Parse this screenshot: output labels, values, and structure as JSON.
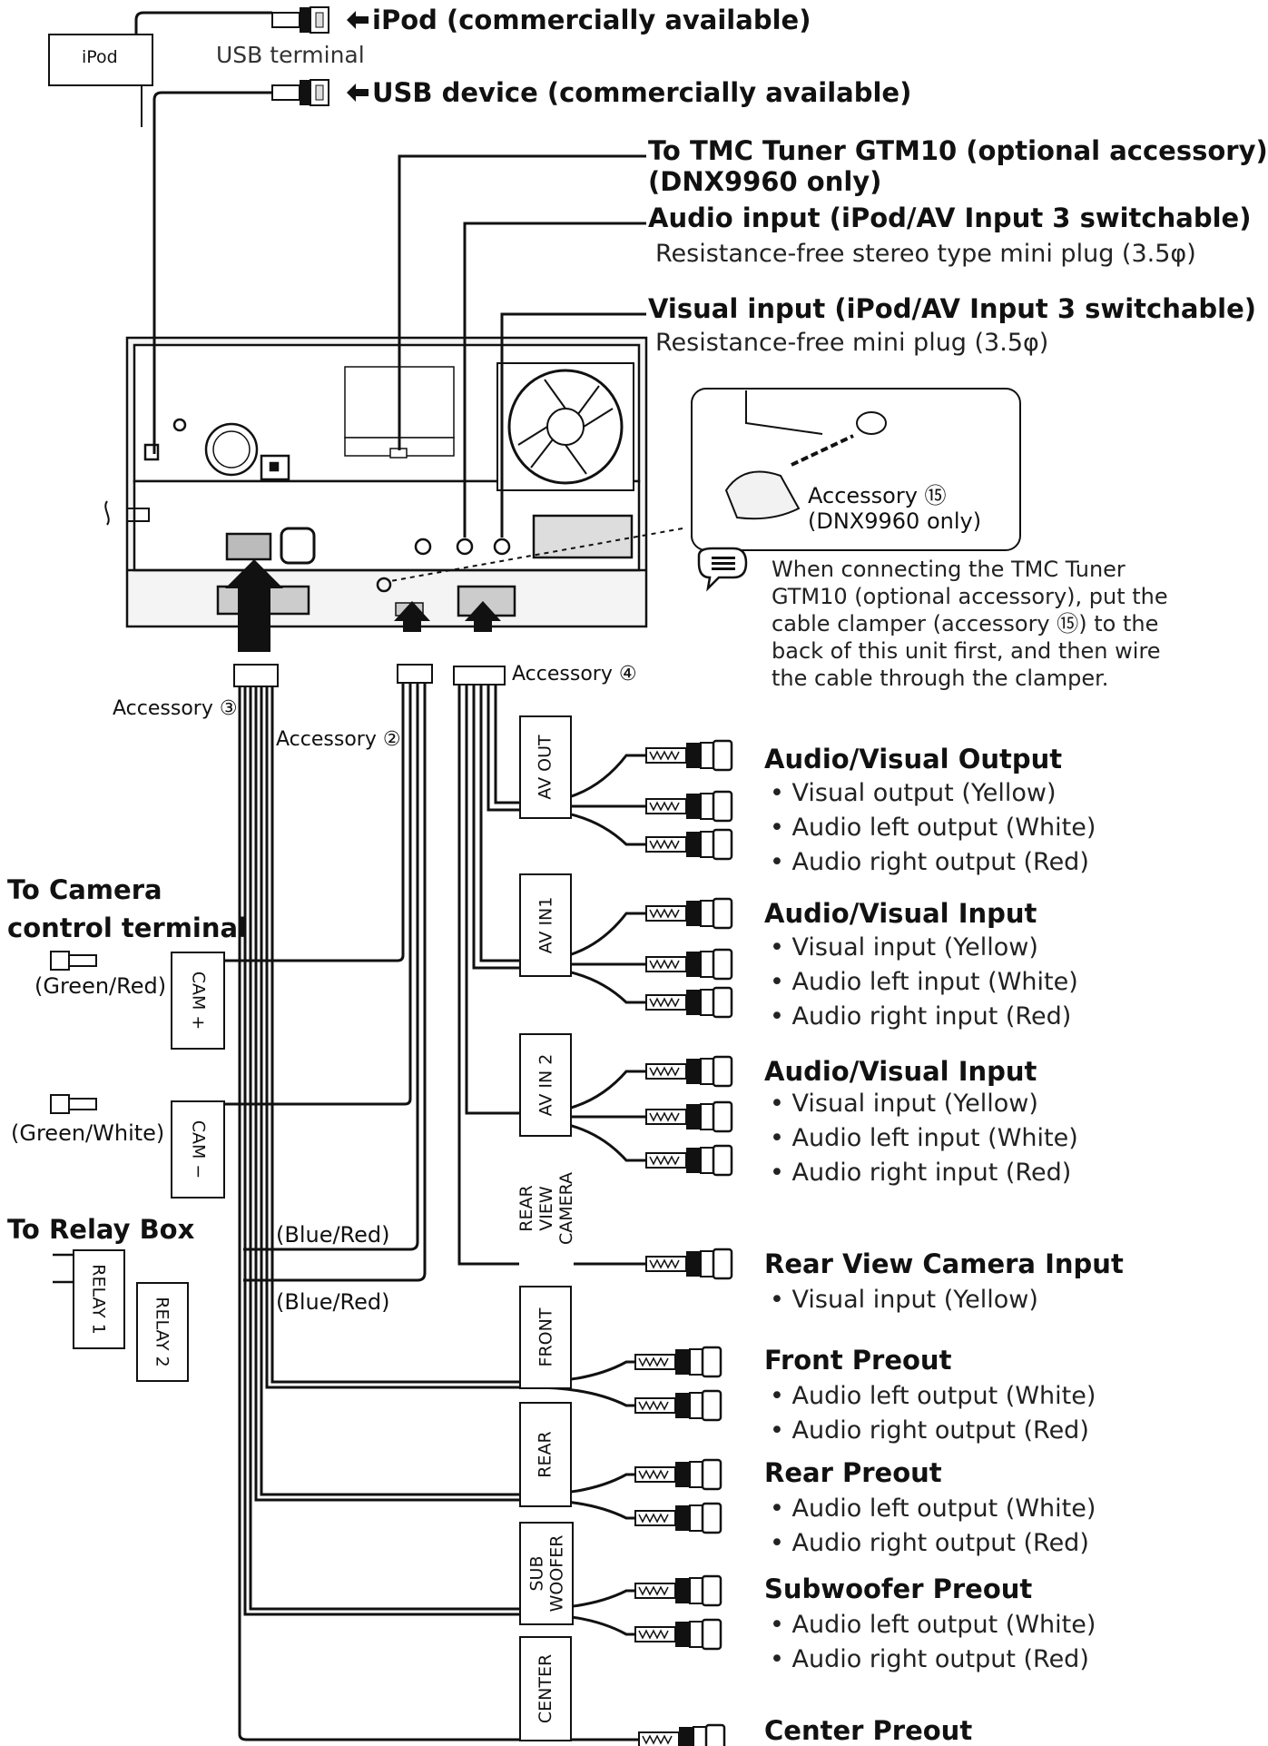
{
  "top": {
    "ipod_box": "iPod",
    "usb_terminal": "USB terminal",
    "ipod_label": "iPod (commercially available)",
    "usb_label": "USB device (commercially available)"
  },
  "right_top": {
    "tmc_line1": "To TMC Tuner GTM10 (optional accessory)",
    "tmc_line2": "(DNX9960 only)",
    "audio_in": "Audio input (iPod/AV Input 3 switchable)",
    "audio_in_sub": "Resistance-free stereo type mini plug (3.5φ)",
    "visual_in": "Visual input (iPod/AV Input 3 switchable)",
    "visual_in_sub": "Resistance-free mini plug (3.5φ)"
  },
  "inset": {
    "accessory": "Accessory ⑮",
    "accessory_sub": "(DNX9960 only)",
    "note": "When connecting the TMC Tuner GTM10 (optional accessory), put the cable clamper (accessory ⑮) to the back of this unit first, and then wire the cable through the clamper."
  },
  "accessories": {
    "acc3": "Accessory ③",
    "acc2": "Accessory ②",
    "acc4": "Accessory ④"
  },
  "left": {
    "camera_title1": "To Camera",
    "camera_title2": "control terminal",
    "green_red": "(Green/Red)",
    "green_white": "(Green/White)",
    "cam_plus": "CAM +",
    "cam_minus": "CAM −",
    "relay_title": "To Relay Box",
    "blue_red_1": "(Blue/Red)",
    "blue_red_2": "(Blue/Red)",
    "relay1": "RELAY 1",
    "relay2": "RELAY 2"
  },
  "harness_labels": {
    "av_out": "AV OUT",
    "av_in1": "AV IN1",
    "av_in2": "AV IN 2",
    "rear_view": "REAR VIEW CAMERA",
    "front": "FRONT",
    "rear": "REAR",
    "sub": "SUB WOOFER",
    "center": "CENTER"
  },
  "outputs": {
    "avout_title": "Audio/Visual Output",
    "avout_1": "• Visual output (Yellow)",
    "avout_2": "• Audio left output (White)",
    "avout_3": "• Audio right output (Red)",
    "avin1_title": "Audio/Visual Input",
    "avin1_1": "• Visual input (Yellow)",
    "avin1_2": "• Audio left input (White)",
    "avin1_3": "• Audio right input (Red)",
    "avin2_title": "Audio/Visual Input",
    "avin2_1": "• Visual input (Yellow)",
    "avin2_2": "• Audio left input (White)",
    "avin2_3": "• Audio right input (Red)",
    "rvc_title": "Rear View Camera Input",
    "rvc_1": "• Visual input (Yellow)",
    "front_title": "Front Preout",
    "front_1": "• Audio left output (White)",
    "front_2": "• Audio right output (Red)",
    "rear_title": "Rear Preout",
    "rear_1": "• Audio left output (White)",
    "rear_2": "• Audio right output (Red)",
    "sub_title": "Subwoofer Preout",
    "sub_1": "• Audio left output (White)",
    "sub_2": "• Audio right output (Red)",
    "center_title": "Center Preout"
  }
}
